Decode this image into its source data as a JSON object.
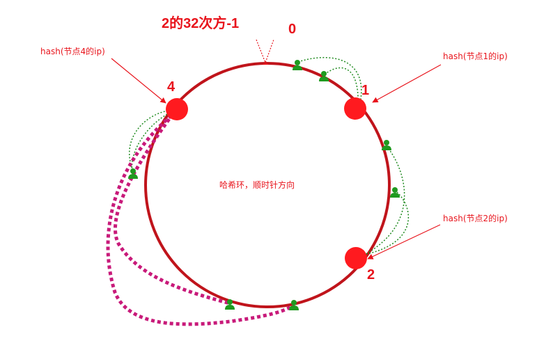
{
  "diagram": {
    "top_label_max": "2的32次方-1",
    "top_label_zero": "0",
    "center_label": "哈希环，顺时针方向",
    "nodes": [
      {
        "id": "node-1",
        "number": "1",
        "callout": "hash(节点1的ip)"
      },
      {
        "id": "node-2",
        "number": "2",
        "callout": "hash(节点2的ip)"
      },
      {
        "id": "node-4",
        "number": "4",
        "callout": "hash(节点4的ip)"
      }
    ]
  },
  "colors": {
    "ring": "#c0141b",
    "node": "#ff1a1f",
    "label": "#e8141c",
    "client": "#1f9a1f",
    "link_green": "#1f8a1f",
    "link_magenta": "#c81a7a"
  },
  "icons": {
    "client": "user-icon"
  }
}
